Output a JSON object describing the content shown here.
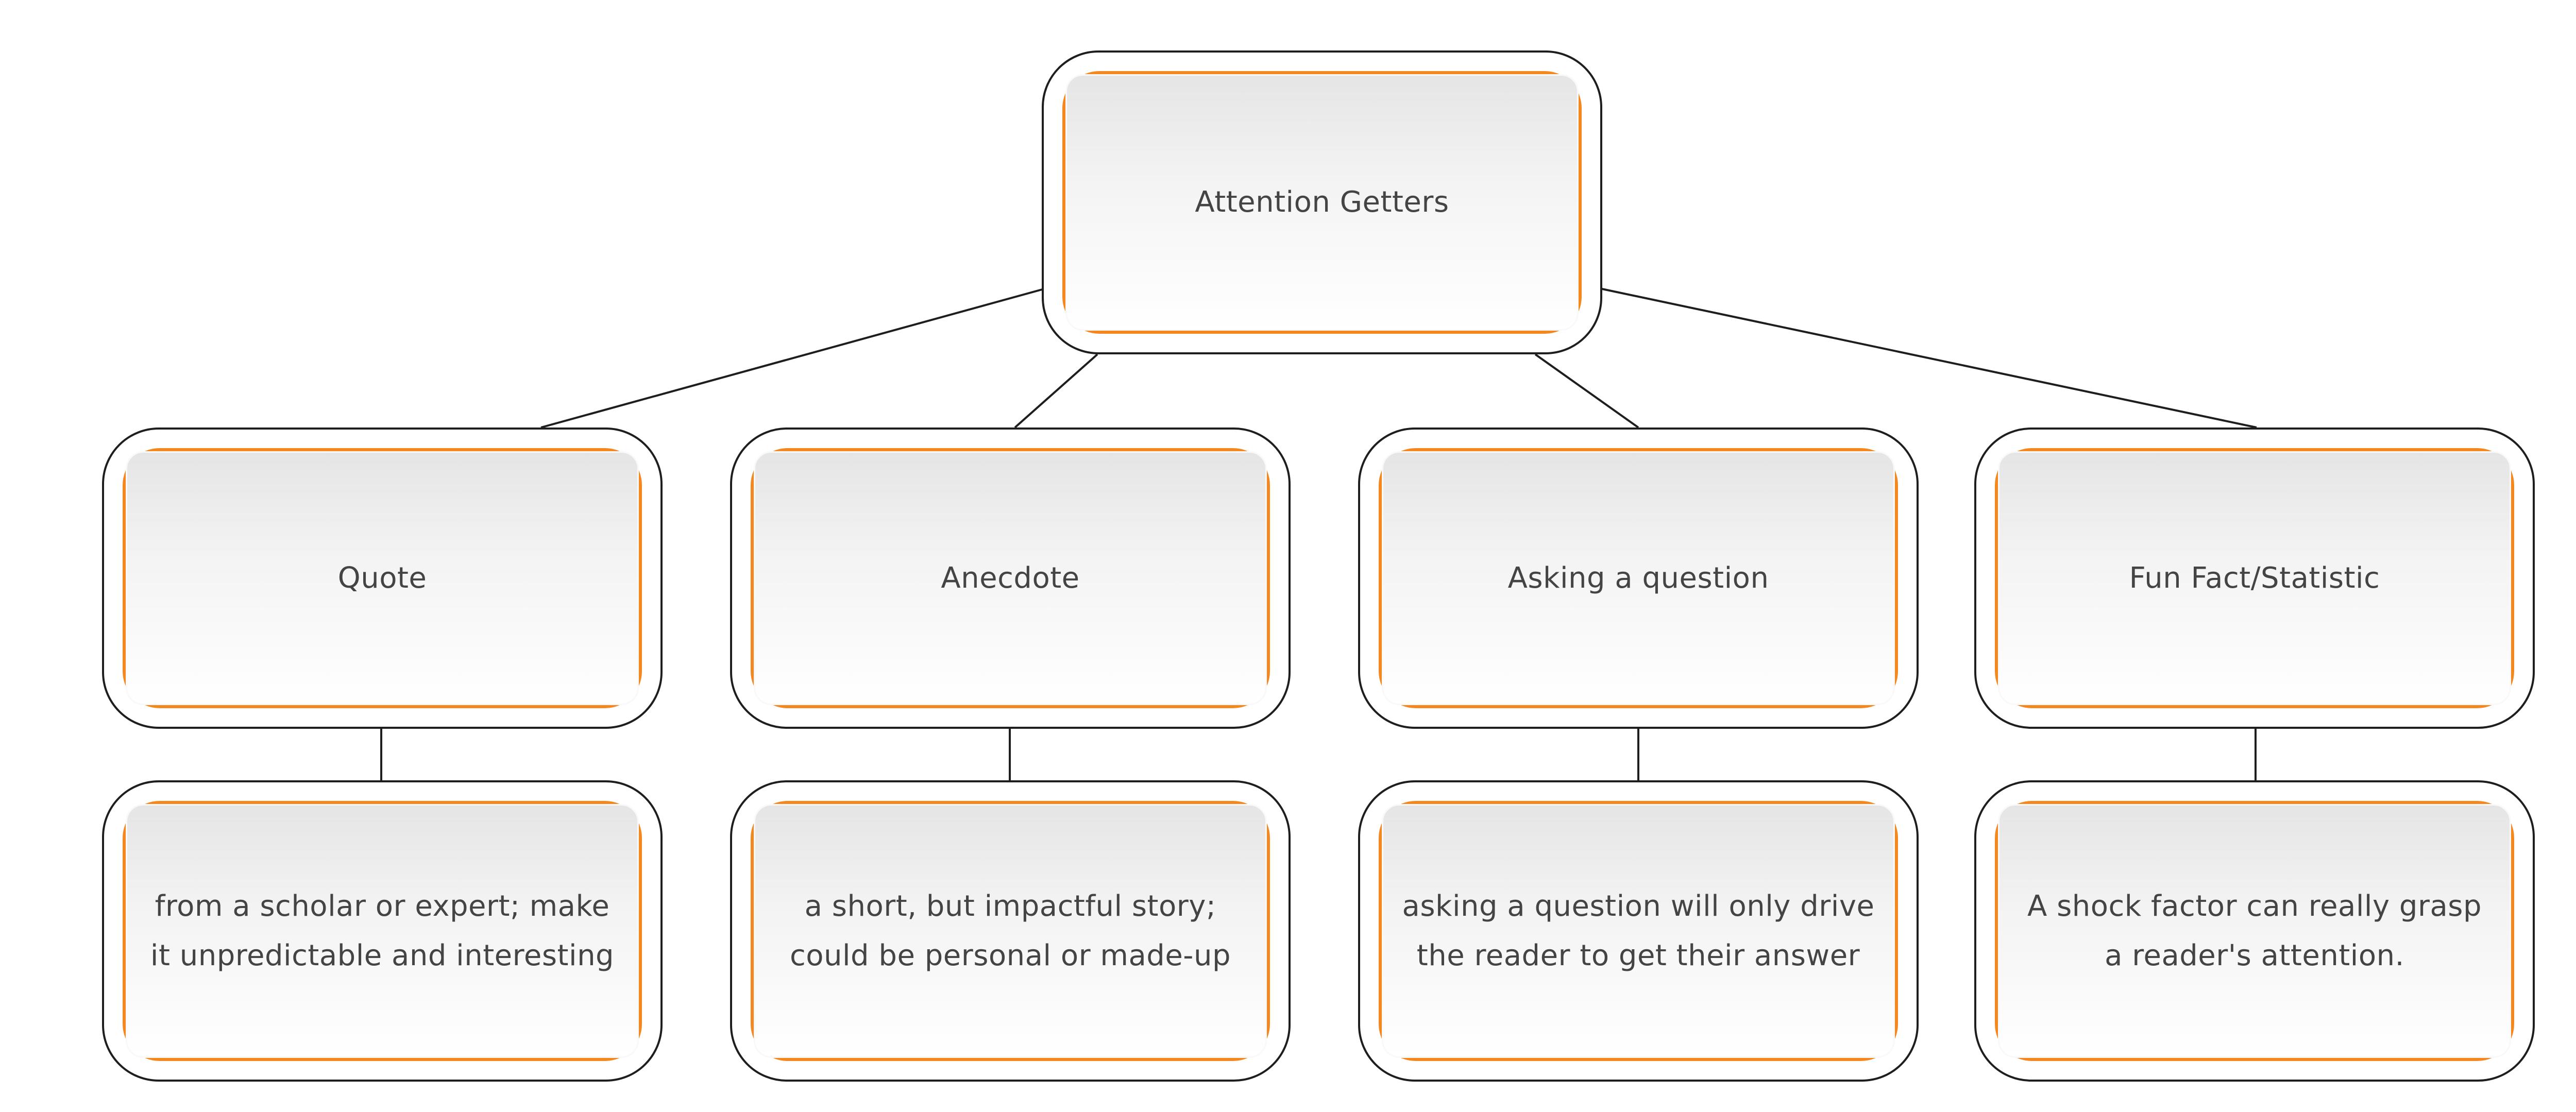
{
  "colors": {
    "accent": "#F5871F",
    "outline": "#1e1e1e",
    "text": "#444444"
  },
  "root": {
    "label": "Attention Getters"
  },
  "categories": [
    {
      "label": "Quote",
      "detail": "from a scholar or expert; make it unpredictable and interesting"
    },
    {
      "label": "Anecdote",
      "detail": "a short, but impactful story; could be personal or made-up"
    },
    {
      "label": "Asking a question",
      "detail": "asking a question will only drive the reader to get their answer"
    },
    {
      "label": "Fun Fact/Statistic",
      "detail": "A shock factor can really grasp a reader's attention."
    }
  ]
}
